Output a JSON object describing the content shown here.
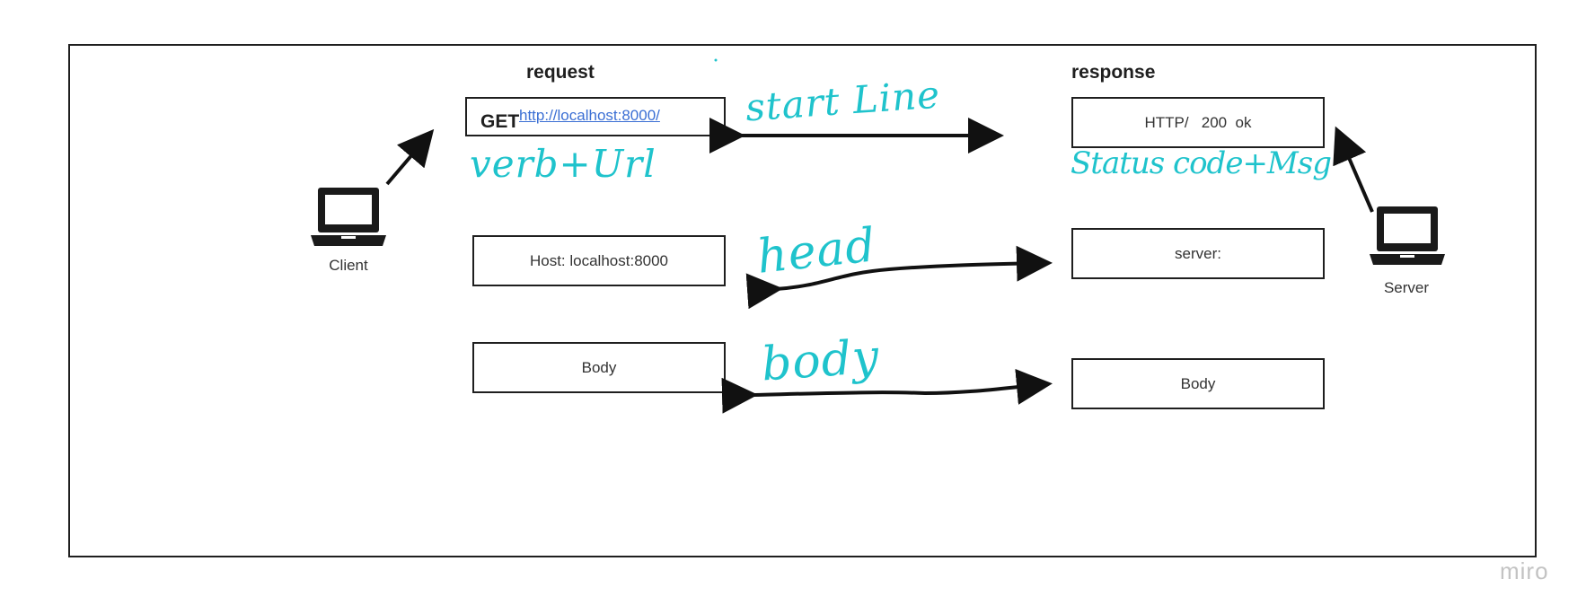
{
  "headers": {
    "request": "request",
    "response": "response"
  },
  "request": {
    "verb": "GET",
    "url": "http://localhost:8000/",
    "host": "Host: localhost:8000",
    "body": "Body"
  },
  "response": {
    "status": "HTTP/   200  ok",
    "server": "server:",
    "body": "Body"
  },
  "actors": {
    "client": "Client",
    "server": "Server"
  },
  "annotations": {
    "start_line": "start Line",
    "verb_url": "verb+Url",
    "status_msg": "Status code+Msg",
    "head": "head",
    "body": "body"
  },
  "watermark": "miro",
  "colors": {
    "ink": "#1f1f1f",
    "handwriting": "#1fc3cc",
    "link": "#3b6fd4",
    "watermark": "#c3c3c3"
  },
  "icons": [
    "laptop-icon",
    "arrow-icon"
  ]
}
